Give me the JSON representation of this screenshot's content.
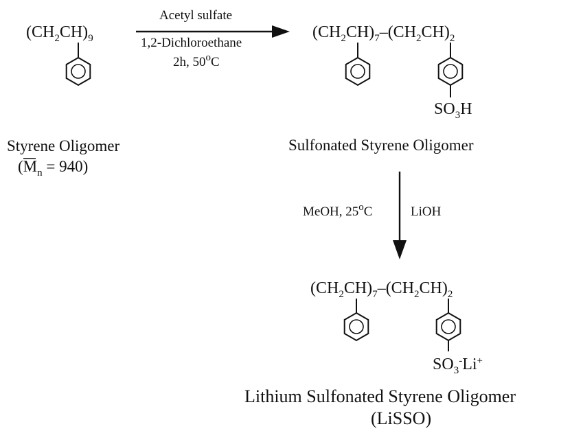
{
  "reactant": {
    "formula_main": "(CH",
    "formula_sub1": "2",
    "formula_mid": "CH)",
    "formula_sub2": "9",
    "name": "Styrene Oligomer",
    "mn_symbol": "M",
    "mn_sub": "n",
    "mn_value": " = 940)"
  },
  "step1": {
    "reagent": "Acetyl sulfate",
    "solvent": "1,2-Dichloroethane",
    "conditions_prefix": "2h, 50",
    "conditions_sup": "o",
    "conditions_suffix": "C"
  },
  "intermediate": {
    "seg1_open": "(CH",
    "seg1_sub": "2",
    "seg1_close": "CH)",
    "seg1_count": "7",
    "seg2_open": "(CH",
    "seg2_sub": "2",
    "seg2_close": "CH)",
    "seg2_count": "2",
    "substituent_main": "SO",
    "substituent_sub": "3",
    "substituent_end": "H",
    "name": "Sulfonated Styrene Oligomer"
  },
  "step2": {
    "left_prefix": "MeOH, 25",
    "left_sup": "o",
    "left_suffix": "C",
    "right": "LiOH"
  },
  "product": {
    "seg1_open": "(CH",
    "seg1_sub": "2",
    "seg1_close": "CH)",
    "seg1_count": "7",
    "seg2_open": "(CH",
    "seg2_sub": "2",
    "seg2_close": "CH)",
    "seg2_count": "2",
    "substituent_main": "SO",
    "substituent_sub": "3",
    "substituent_sup1": "-",
    "substituent_li": "Li",
    "substituent_sup2": "+",
    "name_line1": "Lithium Sulfonated Styrene Oligomer",
    "name_line2": "(LiSSO)"
  }
}
